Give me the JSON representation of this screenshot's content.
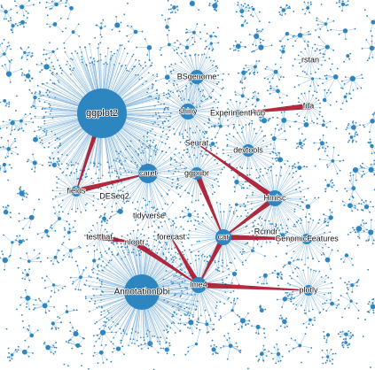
{
  "colors": {
    "node": "#2e86c1",
    "edge_heavy": "#a8142a",
    "edge_light": "#7fb3d9",
    "background": "#ffffff"
  },
  "packages": [
    {
      "id": "ggplot2",
      "label": "ggplot2"
    },
    {
      "id": "AnnotationDbi",
      "label": "AnnotationDbi"
    },
    {
      "id": "BSgenome",
      "label": "BSgenome"
    },
    {
      "id": "shiny",
      "label": "shiny"
    },
    {
      "id": "ExperimentHub",
      "label": "ExperimentHub"
    },
    {
      "id": "rstan",
      "label": "rstan"
    },
    {
      "id": "fda",
      "label": "fda"
    },
    {
      "id": "Seurat",
      "label": "Seurat"
    },
    {
      "id": "devtools",
      "label": "devtools"
    },
    {
      "id": "caret",
      "label": "caret"
    },
    {
      "id": "ggpubr",
      "label": "ggpubr"
    },
    {
      "id": "fields",
      "label": "fields"
    },
    {
      "id": "DESeq2",
      "label": "DESeq2"
    },
    {
      "id": "Hmisc",
      "label": "Hmisc"
    },
    {
      "id": "tidyverse",
      "label": "tidyverse"
    },
    {
      "id": "testthat",
      "label": "testthat"
    },
    {
      "id": "forecast",
      "label": "forecast"
    },
    {
      "id": "car",
      "label": "car"
    },
    {
      "id": "Rcmdr",
      "label": "Rcmdr"
    },
    {
      "id": "GenomicFeatures",
      "label": "GenomicFeatures"
    },
    {
      "id": "nloptr",
      "label": "nloptr"
    },
    {
      "id": "lme4",
      "label": "lme4"
    },
    {
      "id": "plotly",
      "label": "plotly"
    }
  ],
  "dependencies": [
    {
      "from": "ggplot2",
      "to": "fields"
    },
    {
      "from": "ggpubr",
      "to": "car"
    },
    {
      "from": "nloptr",
      "to": "lme4"
    },
    {
      "from": "car",
      "to": "lme4"
    },
    {
      "from": "lme4",
      "to": "plotly"
    },
    {
      "from": "Hmisc",
      "to": "car"
    },
    {
      "from": "fda",
      "to": "ExperimentHub"
    },
    {
      "from": "fields",
      "to": "caret"
    },
    {
      "from": "car",
      "to": "GenomicFeatures"
    },
    {
      "from": "Hmisc",
      "to": "Seurat"
    },
    {
      "from": "testthat",
      "to": "nloptr"
    },
    {
      "from": "lme4",
      "to": "forecast"
    }
  ]
}
